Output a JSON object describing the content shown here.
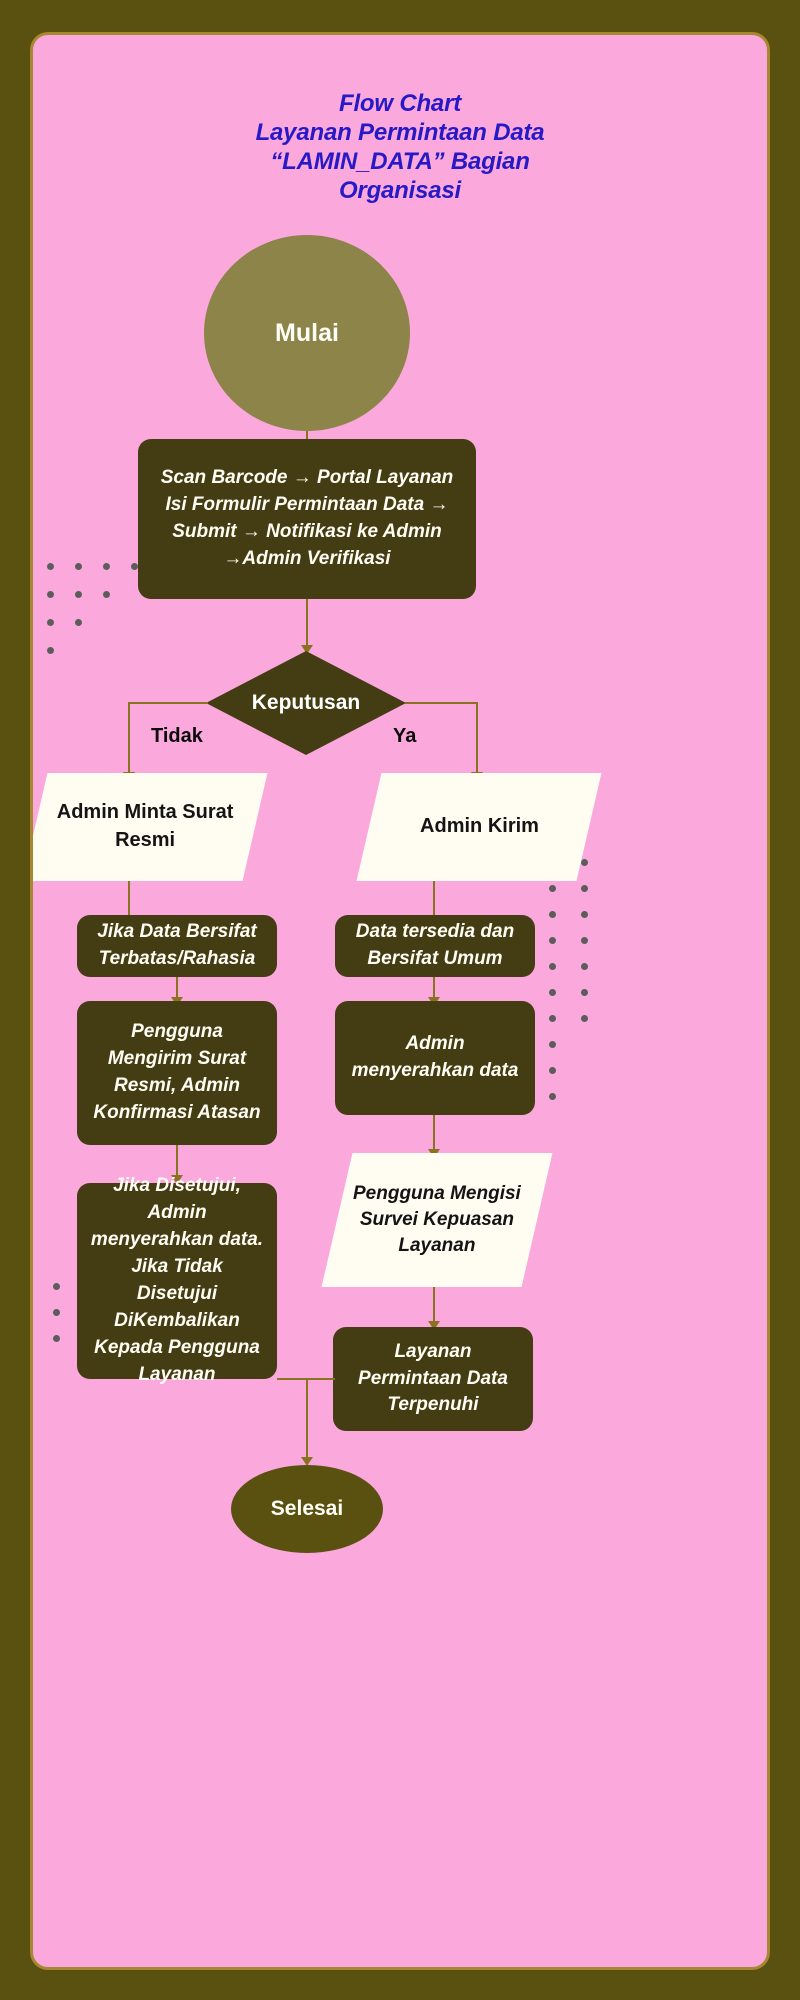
{
  "theme": {
    "page_background": "#5a5110",
    "panel_background": "#FBA8DC",
    "panel_border": "#a5882f",
    "title_color": "#2719c4",
    "process_fill": "#443d13",
    "process_text": "#fffdf4",
    "parallelogram_fill": "#FFFCF2",
    "parallelogram_text": "#141414",
    "start_fill": "#8c8448",
    "end_fill": "#5a5110",
    "connector_color": "#8a7320",
    "dot_color": "#5c5c5c"
  },
  "title": {
    "line1": "Flow Chart",
    "line2": "Layanan Permintaan Data",
    "line3": "“LAMIN_DATA” Bagian",
    "line4": "Organisasi"
  },
  "chart_data": {
    "type": "diagram",
    "diagram_type": "flowchart",
    "orientation": "top-to-bottom",
    "title": "Flow Chart Layanan Permintaan Data “LAMIN_DATA” Bagian Organisasi",
    "nodes": [
      {
        "id": "start",
        "shape": "circle",
        "label": "Mulai"
      },
      {
        "id": "p1",
        "shape": "process",
        "label": "Scan Barcode → Portal Layanan Isi Formulir Permintaan Data → Submit → Notifikasi ke Admin →Admin Verifikasi"
      },
      {
        "id": "decision",
        "shape": "decision",
        "label": "Keputusan"
      },
      {
        "id": "no_io",
        "shape": "parallelogram",
        "label": "Admin Minta Surat Resmi"
      },
      {
        "id": "yes_io",
        "shape": "parallelogram",
        "label": "Admin Kirim"
      },
      {
        "id": "no_p1",
        "shape": "process",
        "label": "Jika Data Bersifat Terbatas/Rahasia"
      },
      {
        "id": "yes_p1",
        "shape": "process",
        "label": "Data tersedia dan Bersifat Umum"
      },
      {
        "id": "no_p2",
        "shape": "process",
        "label": "Pengguna Mengirim Surat Resmi, Admin Konfirmasi Atasan"
      },
      {
        "id": "yes_p2",
        "shape": "process",
        "label": "Admin menyerahkan data"
      },
      {
        "id": "no_p3",
        "shape": "process",
        "label": "Jika Disetujui, Admin menyerahkan data. Jika Tidak Disetujui DiKembalikan Kepada Pengguna Layanan"
      },
      {
        "id": "yes_io2",
        "shape": "parallelogram",
        "label": "Pengguna Mengisi Survei Kepuasan Layanan"
      },
      {
        "id": "yes_p3",
        "shape": "process",
        "label": "Layanan Permintaan Data Terpenuhi"
      },
      {
        "id": "end",
        "shape": "oval",
        "label": "Selesai"
      }
    ],
    "edges": [
      {
        "from": "start",
        "to": "p1",
        "label": ""
      },
      {
        "from": "p1",
        "to": "decision",
        "label": ""
      },
      {
        "from": "decision",
        "to": "no_io",
        "label": "Tidak"
      },
      {
        "from": "decision",
        "to": "yes_io",
        "label": "Ya"
      },
      {
        "from": "no_io",
        "to": "no_p1",
        "label": ""
      },
      {
        "from": "no_p1",
        "to": "no_p2",
        "label": ""
      },
      {
        "from": "no_p2",
        "to": "no_p3",
        "label": ""
      },
      {
        "from": "yes_io",
        "to": "yes_p1",
        "label": ""
      },
      {
        "from": "yes_p1",
        "to": "yes_p2",
        "label": ""
      },
      {
        "from": "yes_p2",
        "to": "yes_io2",
        "label": ""
      },
      {
        "from": "yes_io2",
        "to": "yes_p3",
        "label": ""
      },
      {
        "from": "no_p3",
        "to": "end",
        "label": ""
      },
      {
        "from": "yes_p3",
        "to": "end",
        "label": ""
      }
    ]
  },
  "nodes": {
    "start": {
      "label": "Mulai"
    },
    "p1": {
      "line1": "Scan Barcode → Portal Layanan",
      "line2": "Isi Formulir Permintaan Data →",
      "line3": "Submit → Notifikasi ke Admin",
      "line4": "→Admin Verifikasi"
    },
    "decision": {
      "label": "Keputusan"
    },
    "no_io": {
      "label": "Admin Minta Surat Resmi"
    },
    "yes_io": {
      "label": "Admin Kirim"
    },
    "no_p1": {
      "label": "Jika Data Bersifat Terbatas/Rahasia"
    },
    "yes_p1": {
      "label": "Data tersedia dan Bersifat Umum"
    },
    "no_p2": {
      "label": "Pengguna Mengirim Surat Resmi, Admin Konfirmasi Atasan"
    },
    "yes_p2": {
      "label": "Admin menyerahkan data"
    },
    "no_p3": {
      "label": "Jika Disetujui, Admin menyerahkan data. Jika Tidak Disetujui DiKembalikan Kepada Pengguna Layanan"
    },
    "yes_io2": {
      "label": "Pengguna Mengisi Survei Kepuasan Layanan"
    },
    "yes_p3": {
      "label": "Layanan Permintaan Data Terpenuhi"
    },
    "end": {
      "label": "Selesai"
    }
  },
  "edge_labels": {
    "tidak": "Tidak",
    "ya": "Ya"
  }
}
